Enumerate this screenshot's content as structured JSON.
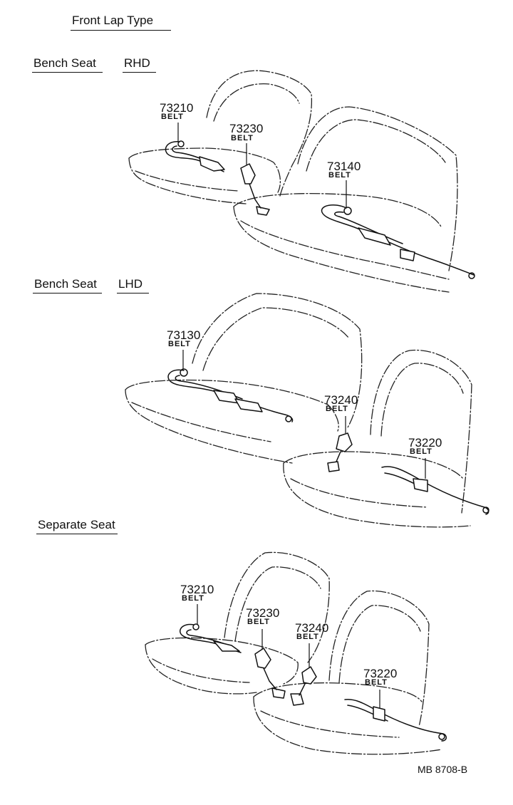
{
  "title": "Front  Lap Type",
  "sections": {
    "rhd": {
      "seat": "Bench Seat",
      "side": "RHD"
    },
    "lhd": {
      "seat": "Bench Seat",
      "side": "LHD"
    },
    "separate": {
      "seat": "Separate Seat"
    }
  },
  "callouts": {
    "rhd_73210": {
      "number": "73210",
      "name": "BELT"
    },
    "rhd_73230": {
      "number": "73230",
      "name": "BELT"
    },
    "rhd_73140": {
      "number": "73140",
      "name": "BELT"
    },
    "lhd_73130": {
      "number": "73130",
      "name": "BELT"
    },
    "lhd_73240": {
      "number": "73240",
      "name": "BELT"
    },
    "lhd_73220": {
      "number": "73220",
      "name": "BELT"
    },
    "sep_73210": {
      "number": "73210",
      "name": "BELT"
    },
    "sep_73230": {
      "number": "73230",
      "name": "BELT"
    },
    "sep_73240": {
      "number": "73240",
      "name": "BELT"
    },
    "sep_73220": {
      "number": "73220",
      "name": "BELT"
    }
  },
  "figure_code": "MB  8708-B"
}
